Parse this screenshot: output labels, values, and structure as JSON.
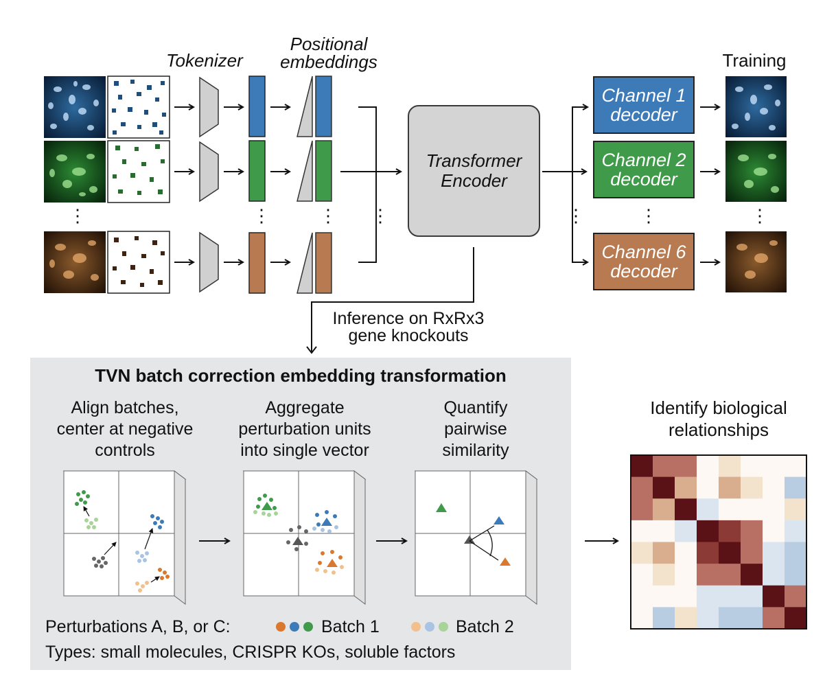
{
  "top": {
    "tokenizer_label": "Tokenizer",
    "positional_label_line1": "Positional",
    "positional_label_line2": "embeddings",
    "training_label": "Training",
    "encoder_line1": "Transformer",
    "encoder_line2": "Encoder",
    "decoders": [
      {
        "line1": "Channel 1",
        "line2": "decoder",
        "color": "#3d7ab8"
      },
      {
        "line1": "Channel 2",
        "line2": "decoder",
        "color": "#3f9a4a"
      },
      {
        "line1": "Channel 6",
        "line2": "decoder",
        "color": "#b87a50"
      }
    ],
    "inference_line1": "Inference on RxRx3",
    "inference_line2": "gene knockouts",
    "ellipsis": "⋮"
  },
  "panel": {
    "title": "TVN batch correction embedding transformation",
    "steps": [
      {
        "line1": "Align batches,",
        "line2": "center at negative",
        "line3": "controls"
      },
      {
        "line1": "Aggregate",
        "line2": "perturbation units",
        "line3": "into single vector"
      },
      {
        "line1": "Quantify",
        "line2": "pairwise",
        "line3": "similarity"
      }
    ],
    "legend_prefix": "Perturbations A, B, or C:",
    "batch1_label": "Batch 1",
    "batch2_label": "Batch 2",
    "types_line": "Types: small molecules, CRISPR KOs, soluble factors"
  },
  "result": {
    "title_line1": "Identify biological",
    "title_line2": "relationships"
  },
  "colors": {
    "blue": "#3d7ab8",
    "green": "#3f9a4a",
    "orange": "#d9782e",
    "brown": "#b87a50",
    "blue_light": "#a9c3e3",
    "green_light": "#a8d49a",
    "orange_light": "#f2c08c",
    "gray_dark": "#555555"
  }
}
